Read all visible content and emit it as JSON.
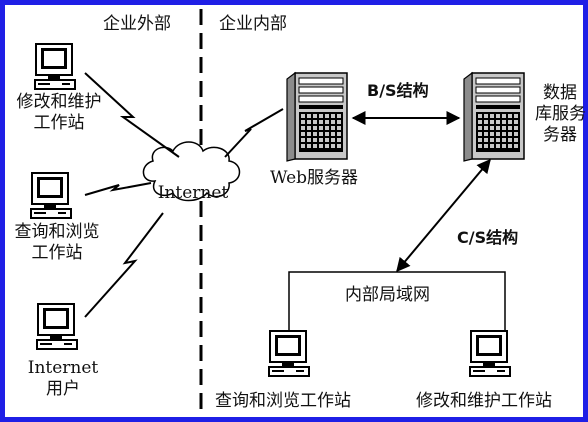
{
  "zones": {
    "outside": "企业外部",
    "inside": "企业内部"
  },
  "outside_nodes": {
    "maintain_station": [
      "修改和维护",
      "工作站"
    ],
    "query_station": [
      "查询和浏览",
      "工作站"
    ],
    "internet_user": [
      "Internet",
      "用户"
    ]
  },
  "cloud_label": "Internet",
  "servers": {
    "web": "Web服务器",
    "db": [
      "数据",
      "库服务",
      "务器"
    ]
  },
  "links": {
    "bs": "B/S结构",
    "cs": "C/S结构"
  },
  "lan": {
    "label": "内部局域网",
    "query_station": "查询和浏览工作站",
    "maintain_station": "修改和维护工作站"
  },
  "colors": {
    "frame": "#1f1fe6",
    "line": "#000000",
    "background": "#ffffff"
  }
}
